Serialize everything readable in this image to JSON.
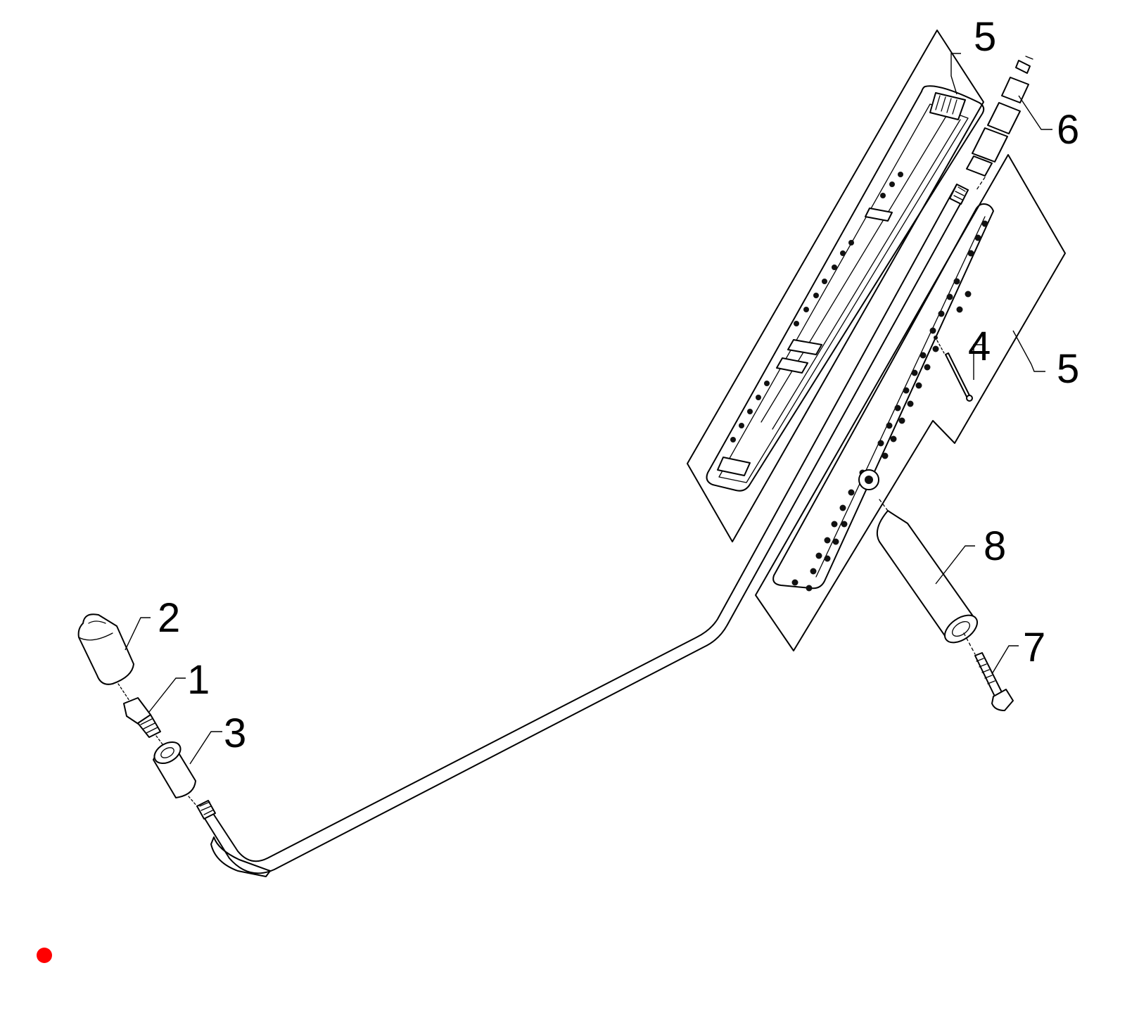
{
  "callouts": [
    {
      "id": "1",
      "label": "1"
    },
    {
      "id": "2",
      "label": "2"
    },
    {
      "id": "3",
      "label": "3"
    },
    {
      "id": "4",
      "label": "4"
    },
    {
      "id": "5a",
      "label": "5"
    },
    {
      "id": "5b",
      "label": "5"
    },
    {
      "id": "6",
      "label": "6"
    },
    {
      "id": "7",
      "label": "7"
    },
    {
      "id": "8",
      "label": "8"
    }
  ],
  "colors": {
    "line": "#000000",
    "background": "#ffffff",
    "marker": "#ff0000"
  }
}
